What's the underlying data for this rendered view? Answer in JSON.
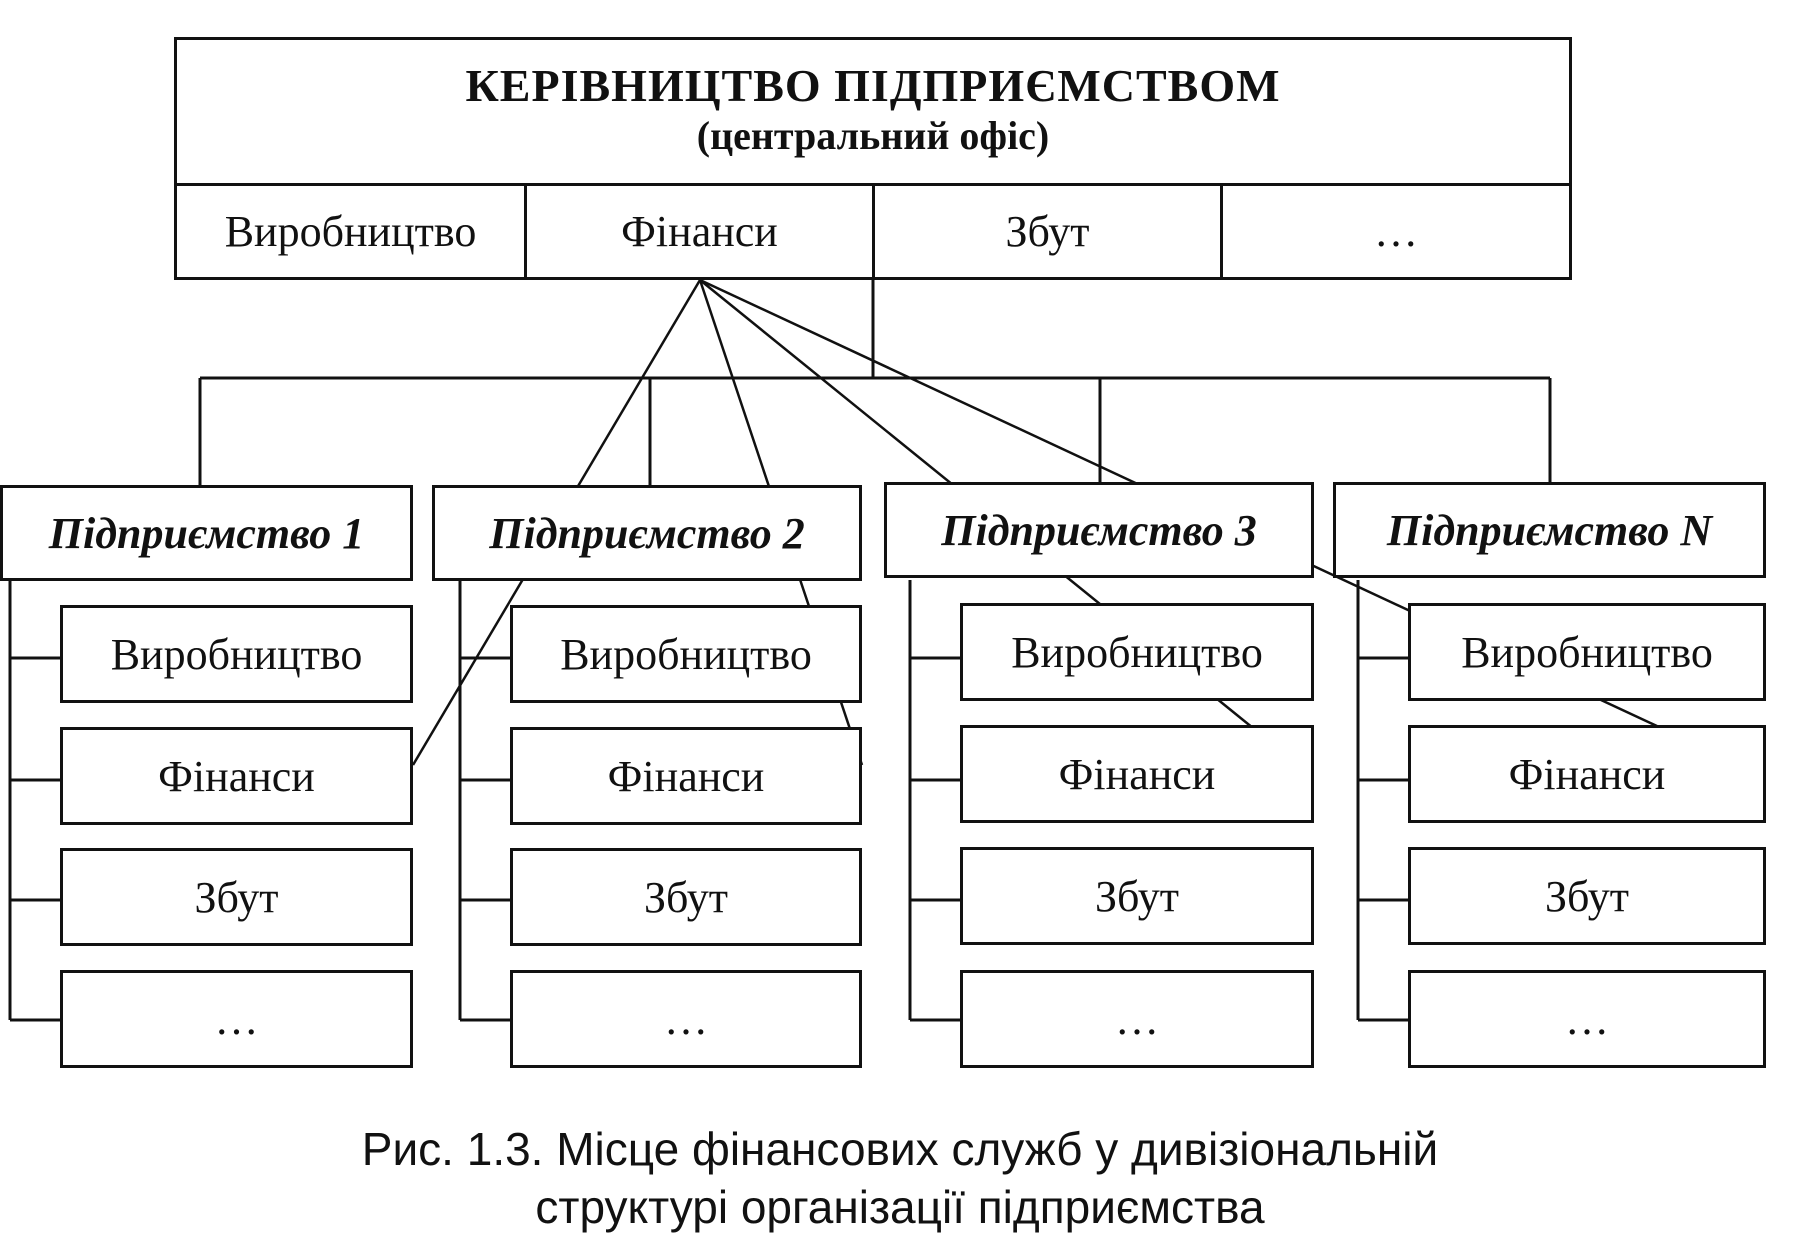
{
  "headquarters": {
    "title": "КЕРІВНИЦТВО ПІДПРИЄМСТВОМ",
    "subtitle": "(центральний офіс)",
    "functions": [
      "Виробництво",
      "Фінанси",
      "Збут",
      "…"
    ]
  },
  "enterprises": [
    {
      "name": "Підприємство 1",
      "departments": [
        "Виробництво",
        "Фінанси",
        "Збут",
        "…"
      ]
    },
    {
      "name": "Підприємство 2",
      "departments": [
        "Виробництво",
        "Фінанси",
        "Збут",
        "…"
      ]
    },
    {
      "name": "Підприємство 3",
      "departments": [
        "Виробництво",
        "Фінанси",
        "Збут",
        "…"
      ]
    },
    {
      "name": "Підприємство N",
      "departments": [
        "Виробництво",
        "Фінанси",
        "Збут",
        "…"
      ]
    }
  ],
  "caption": {
    "line1": "Рис. 1.3. Місце фінансових служб у дивізіональній",
    "line2": "структурі організації підприємства"
  }
}
